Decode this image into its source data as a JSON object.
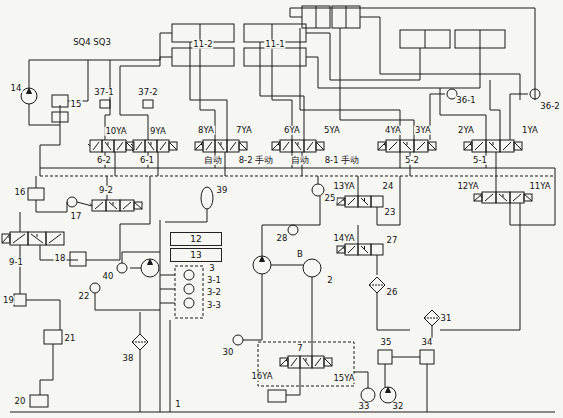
{
  "diagram": {
    "nodes": [
      {
        "text": [
          "12"
        ]
      },
      {
        "text": [
          "13"
        ]
      }
    ],
    "labels": [
      "SQ4 SQ3",
      "11-2",
      "11-1",
      "14",
      "15",
      "37-1",
      "37-2",
      "10YA",
      "9YA",
      "8YA",
      "7YA",
      "6YA",
      "5YA",
      "4YA",
      "3YA",
      "2YA",
      "1YA",
      "6-2",
      "6-1",
      "自动",
      "8-2 手动",
      "自动",
      "8-1 手动",
      "5-2",
      "5-1",
      "36-1",
      "36-2",
      "16",
      "17",
      "9-2",
      "12YA",
      "11YA",
      "13YA",
      "24",
      "39",
      "25",
      "23",
      "9-1",
      "14YA",
      "27",
      "18",
      "40",
      "3",
      "3-1",
      "3-2",
      "3-3",
      "28",
      "B",
      "2",
      "26",
      "19",
      "22",
      "31",
      "21",
      "20",
      "38",
      "30",
      "16YA",
      "7",
      "15YA",
      "35",
      "34",
      "33",
      "32",
      "1"
    ]
  }
}
